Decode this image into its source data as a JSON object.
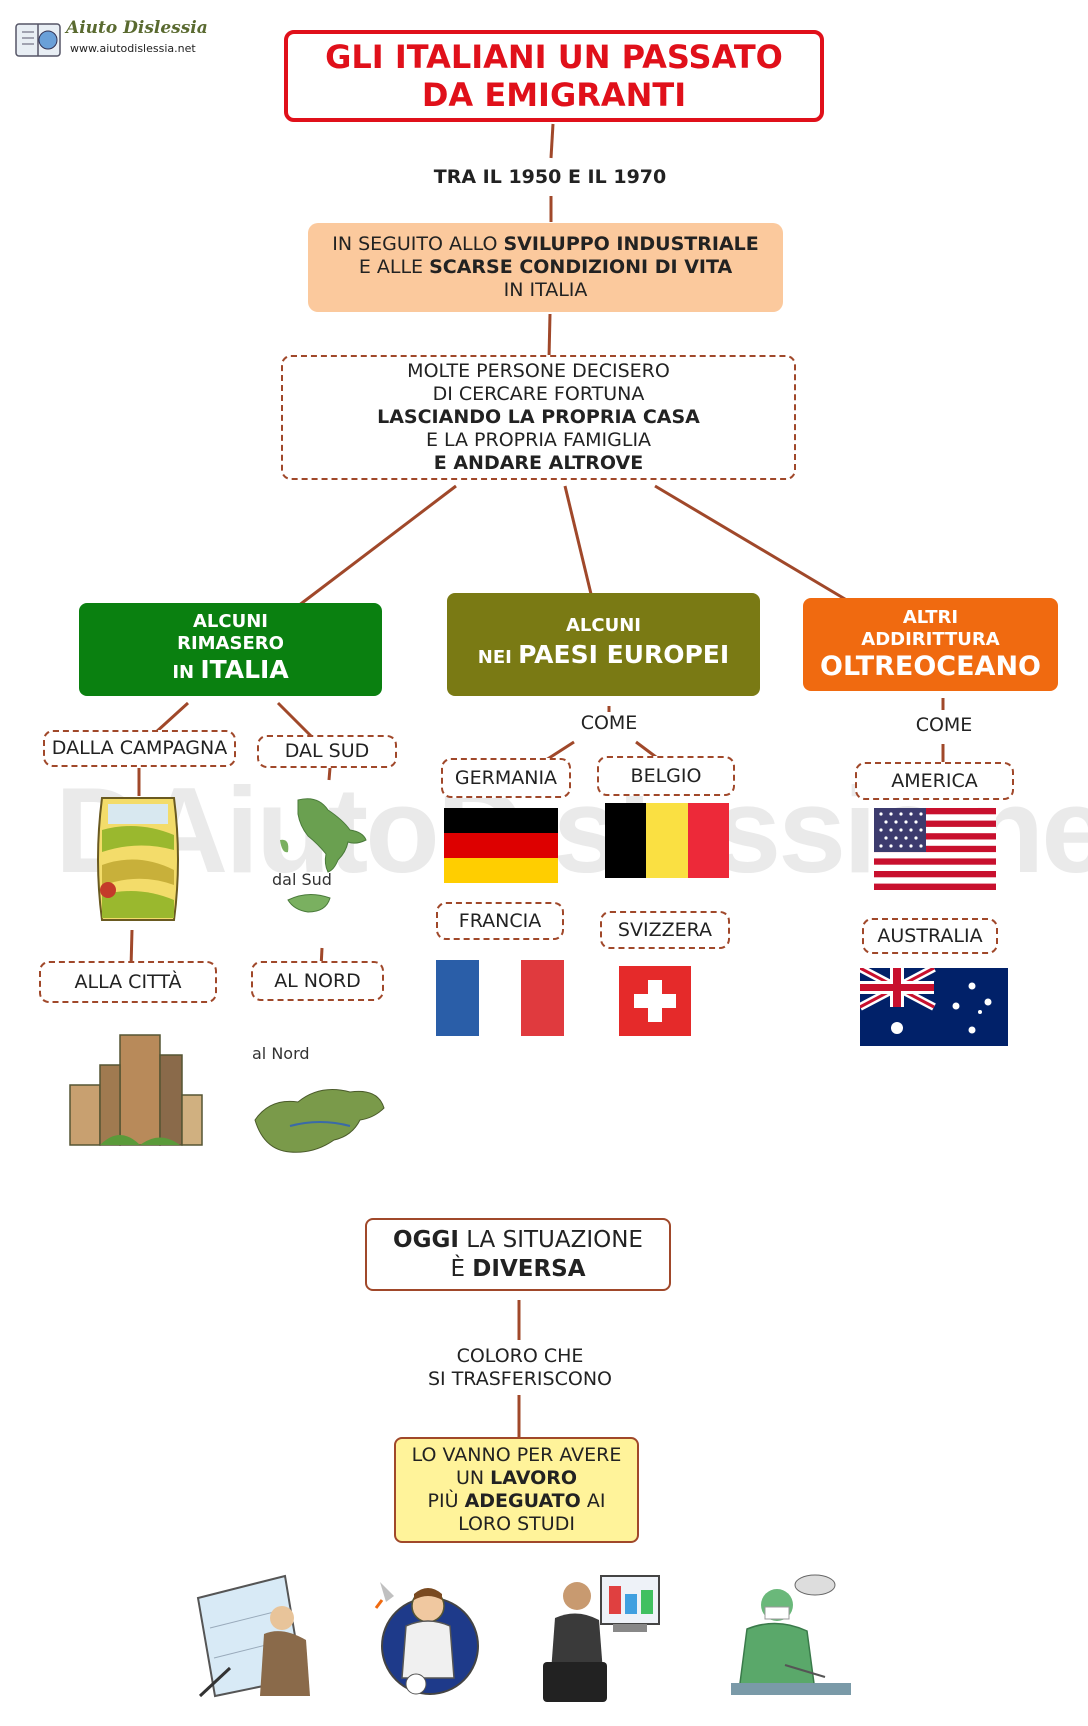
{
  "logo": {
    "name": "Aiuto Dislessia",
    "url": "www.aiutodislessia.net"
  },
  "watermark": "DAiutoDislessia.net",
  "title": {
    "line1": "GLI ITALIANI UN PASSATO",
    "line2": "DA EMIGRANTI"
  },
  "period": "TRA IL 1950 E IL 1970",
  "cause": {
    "p1": "IN SEGUITO ALLO ",
    "b1": "SVILUPPO INDUSTRIALE",
    "p2": "E ALLE ",
    "b2": "SCARSE CONDIZIONI DI VITA",
    "p3": "IN ITALIA"
  },
  "decision": {
    "l1": "MOLTE PERSONE DECISERO",
    "l2": "DI CERCARE FORTUNA",
    "l3": "LASCIANDO LA PROPRIA CASA",
    "l4": "E LA PROPRIA FAMIGLIA",
    "l5": "E ANDARE ALTROVE"
  },
  "branches": {
    "italia": {
      "l1": "ALCUNI",
      "l2": "RIMASERO",
      "l3a": "IN ",
      "l3b": "ITALIA",
      "color": "#0a8010"
    },
    "europa": {
      "l1": "ALCUNI",
      "l2a": "NEI ",
      "l2b": "PAESI EUROPEI",
      "color": "#7a7a14"
    },
    "oltreoceano": {
      "l1": "ALTRI",
      "l2": "ADDIRITTURA",
      "l3": "OLTREOCEANO",
      "color": "#f06a10"
    }
  },
  "italia_nodes": {
    "campagna": "DALLA CAMPAGNA",
    "sud": "DAL SUD",
    "citta": "ALLA CITTÀ",
    "nord": "AL NORD",
    "map_sud_label": "dal Sud",
    "map_nord_label": "al Nord"
  },
  "europa_nodes": {
    "come": "COME",
    "germania": "GERMANIA",
    "belgio": "BELGIO",
    "francia": "FRANCIA",
    "svizzera": "SVIZZERA"
  },
  "oltreoceano_nodes": {
    "come": "COME",
    "america": "AMERICA",
    "australia": "AUSTRALIA"
  },
  "today": {
    "b1": "OGGI",
    "p1": " LA SITUAZIONE",
    "p2": "È ",
    "b2": "DIVERSA"
  },
  "movers": {
    "l1": "COLORO CHE",
    "l2": "SI TRASFERISCONO"
  },
  "reason": {
    "l1": "LO VANNO PER AVERE",
    "l2a": "UN ",
    "l2b": "LAVORO",
    "l3a": "PIÙ ",
    "l3b": "ADEGUATO",
    "l3c": " AI",
    "l4": "LORO STUDI"
  },
  "professions": [
    "architect-icon",
    "astronaut-icon",
    "office-worker-icon",
    "surgeon-icon"
  ],
  "colors": {
    "connector": "#a0482a",
    "title_border": "#e0101a",
    "cause_bg": "#fbc99d",
    "reason_bg": "#fff39a",
    "reason_border": "#a0482a"
  }
}
